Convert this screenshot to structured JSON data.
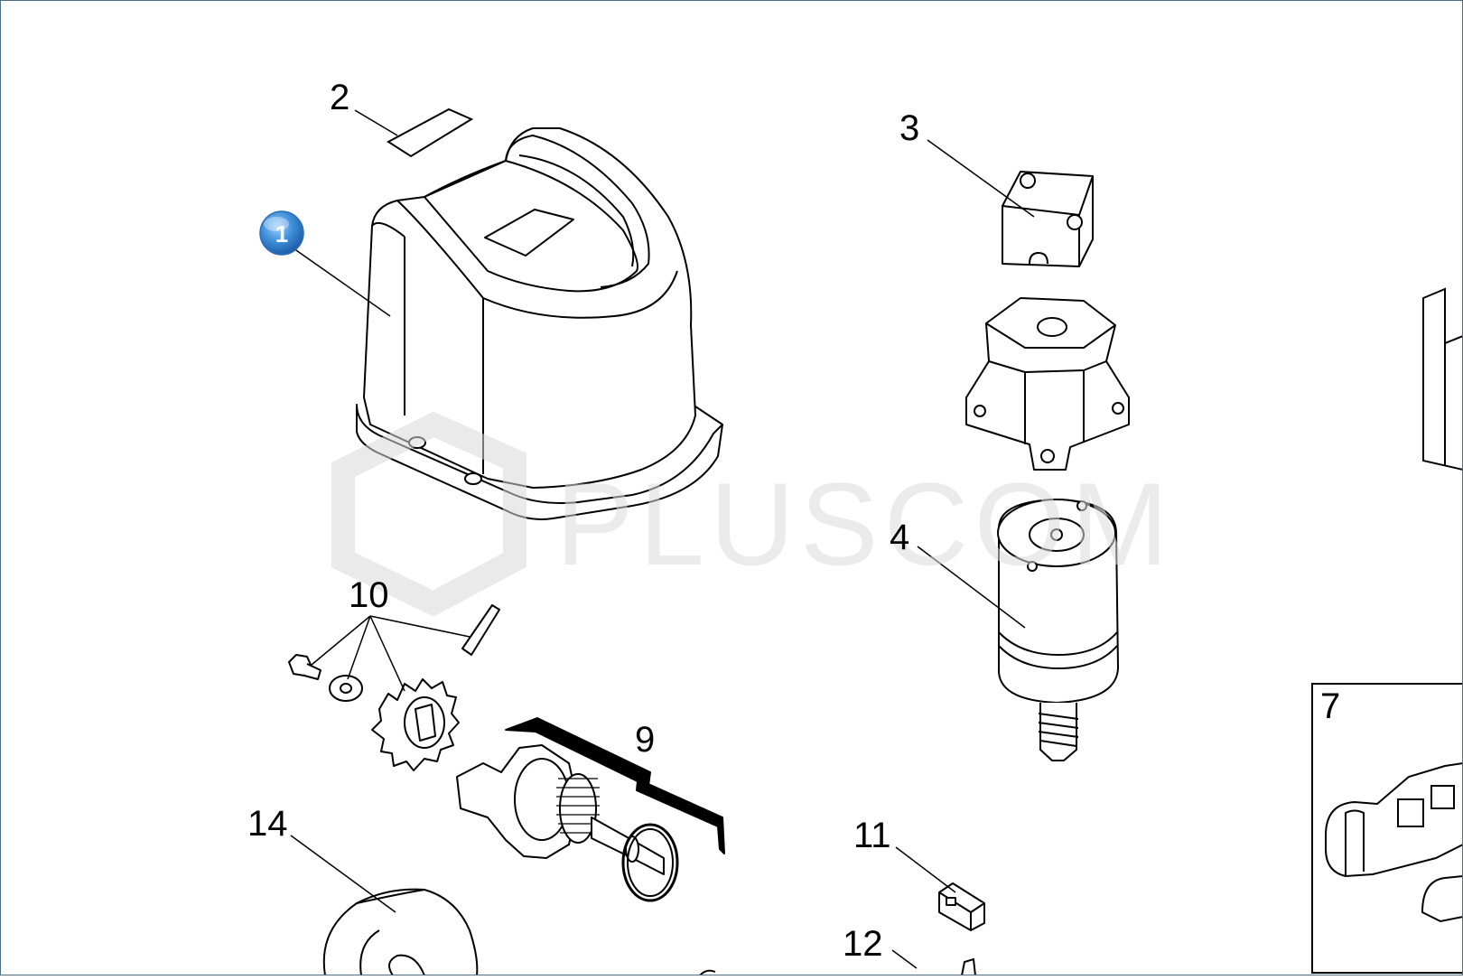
{
  "diagram": {
    "callouts": [
      {
        "id": "callout-1",
        "label": "1"
      },
      {
        "id": "callout-2",
        "label": "2"
      },
      {
        "id": "callout-3",
        "label": "3"
      },
      {
        "id": "callout-4",
        "label": "4"
      },
      {
        "id": "callout-7",
        "label": "7"
      },
      {
        "id": "callout-9",
        "label": "9"
      },
      {
        "id": "callout-10",
        "label": "10"
      },
      {
        "id": "callout-11",
        "label": "11"
      },
      {
        "id": "callout-12",
        "label": "12"
      },
      {
        "id": "callout-14",
        "label": "14"
      }
    ],
    "selected_part": "1"
  },
  "watermark": {
    "text": "PLUSCOM"
  },
  "colors": {
    "stroke": "#000000",
    "badge_blue": "#3d8ed8",
    "frame": "#4a6f86",
    "watermark": "#d9d9d9"
  }
}
